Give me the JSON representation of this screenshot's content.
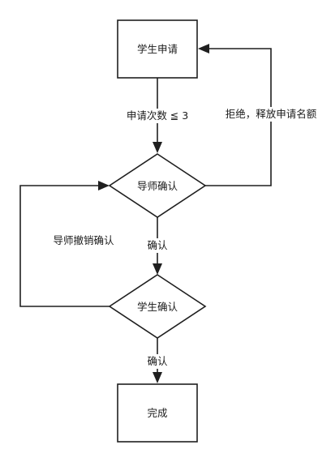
{
  "nodes": {
    "apply": "学生申请",
    "tutor_confirm": "导师确认",
    "student_confirm": "学生确认",
    "done": "完成"
  },
  "edges": {
    "apply_to_tutor": "申请次数 ≦ 3",
    "reject": "拒绝，释放申请名额",
    "tutor_to_student": "确认",
    "revoke": "导师撤销确认",
    "student_to_done": "确认"
  },
  "colors": {
    "stroke": "#1f1f1f",
    "fill": "#ffffff",
    "text": "#1a1a1a"
  }
}
